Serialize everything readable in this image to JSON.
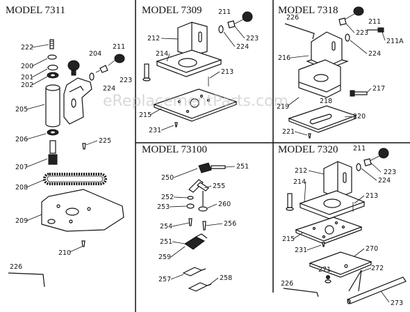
{
  "watermark": "eReplacementParts.com",
  "panels": {
    "p7311": "MODEL 7311",
    "p7309": "MODEL 7309",
    "p7318": "MODEL 7318",
    "p73100": "MODEL 73100",
    "p7320": "MODEL 7320"
  },
  "labels": {
    "m7311": [
      "222",
      "204",
      "211",
      "200",
      "201",
      "202",
      "223",
      "224",
      "205",
      "206",
      "225",
      "207",
      "208",
      "209",
      "210",
      "226"
    ],
    "m7309": [
      "211",
      "223",
      "224",
      "212",
      "214",
      "213",
      "215",
      "231"
    ],
    "m7318": [
      "226",
      "211",
      "223",
      "211A",
      "224",
      "216",
      "217",
      "218",
      "219",
      "220",
      "221"
    ],
    "m73100": [
      "251",
      "250",
      "255",
      "252",
      "253",
      "260",
      "254",
      "256",
      "251",
      "259",
      "257",
      "258"
    ],
    "m7320": [
      "211",
      "212",
      "223",
      "224",
      "214",
      "213",
      "215",
      "231",
      "270",
      "271",
      "272",
      "226",
      "273"
    ]
  }
}
